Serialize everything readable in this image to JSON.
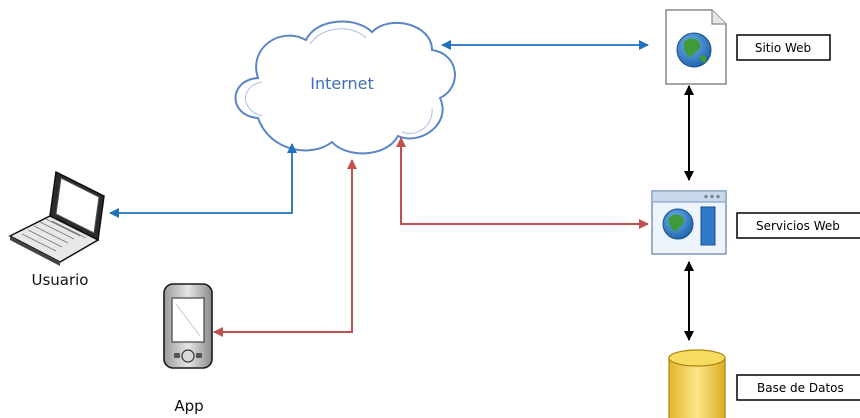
{
  "nodes": {
    "cloud": {
      "label": "Internet"
    },
    "user": {
      "label": "Usuario"
    },
    "app": {
      "label": "App"
    },
    "site": {
      "label": "Sitio Web"
    },
    "services": {
      "label": "Servicios Web"
    },
    "db": {
      "label": "Base de Datos"
    }
  },
  "colors": {
    "blue_link": "#1e73be",
    "red_link": "#c0504d",
    "black_link": "#000000",
    "cloud_stroke": "#5a85c6",
    "cloud_text": "#3e6fb8",
    "db_fill": "#f2cc3c"
  },
  "icons": {
    "cloud": "cloud-icon",
    "user": "laptop-icon",
    "app": "mobile-phone-icon",
    "site": "web-page-globe-icon",
    "services": "web-services-window-icon",
    "db": "database-cylinder-icon"
  },
  "connections": [
    {
      "from": "Internet",
      "to": "Sitio Web",
      "style": "blue",
      "direction": "both"
    },
    {
      "from": "Internet",
      "to": "Usuario",
      "style": "blue",
      "direction": "both"
    },
    {
      "from": "Internet",
      "to": "App",
      "style": "red",
      "direction": "both"
    },
    {
      "from": "Internet",
      "to": "Servicios Web",
      "style": "red",
      "direction": "both"
    },
    {
      "from": "Sitio Web",
      "to": "Servicios Web",
      "style": "black",
      "direction": "both"
    },
    {
      "from": "Servicios Web",
      "to": "Base de Datos",
      "style": "black",
      "direction": "both"
    }
  ]
}
